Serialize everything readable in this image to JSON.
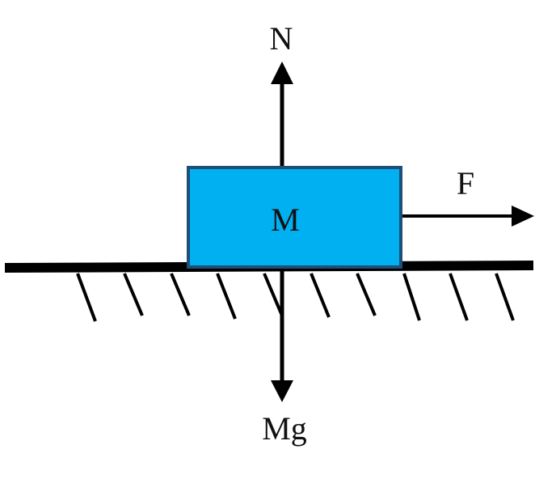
{
  "diagram": {
    "block_label": "M",
    "forces": {
      "normal": "N",
      "applied": "F",
      "weight": "Mg"
    },
    "colors": {
      "block_fill": "#00b0f0",
      "block_stroke": "#1f4e79",
      "lines": "#000000"
    }
  }
}
